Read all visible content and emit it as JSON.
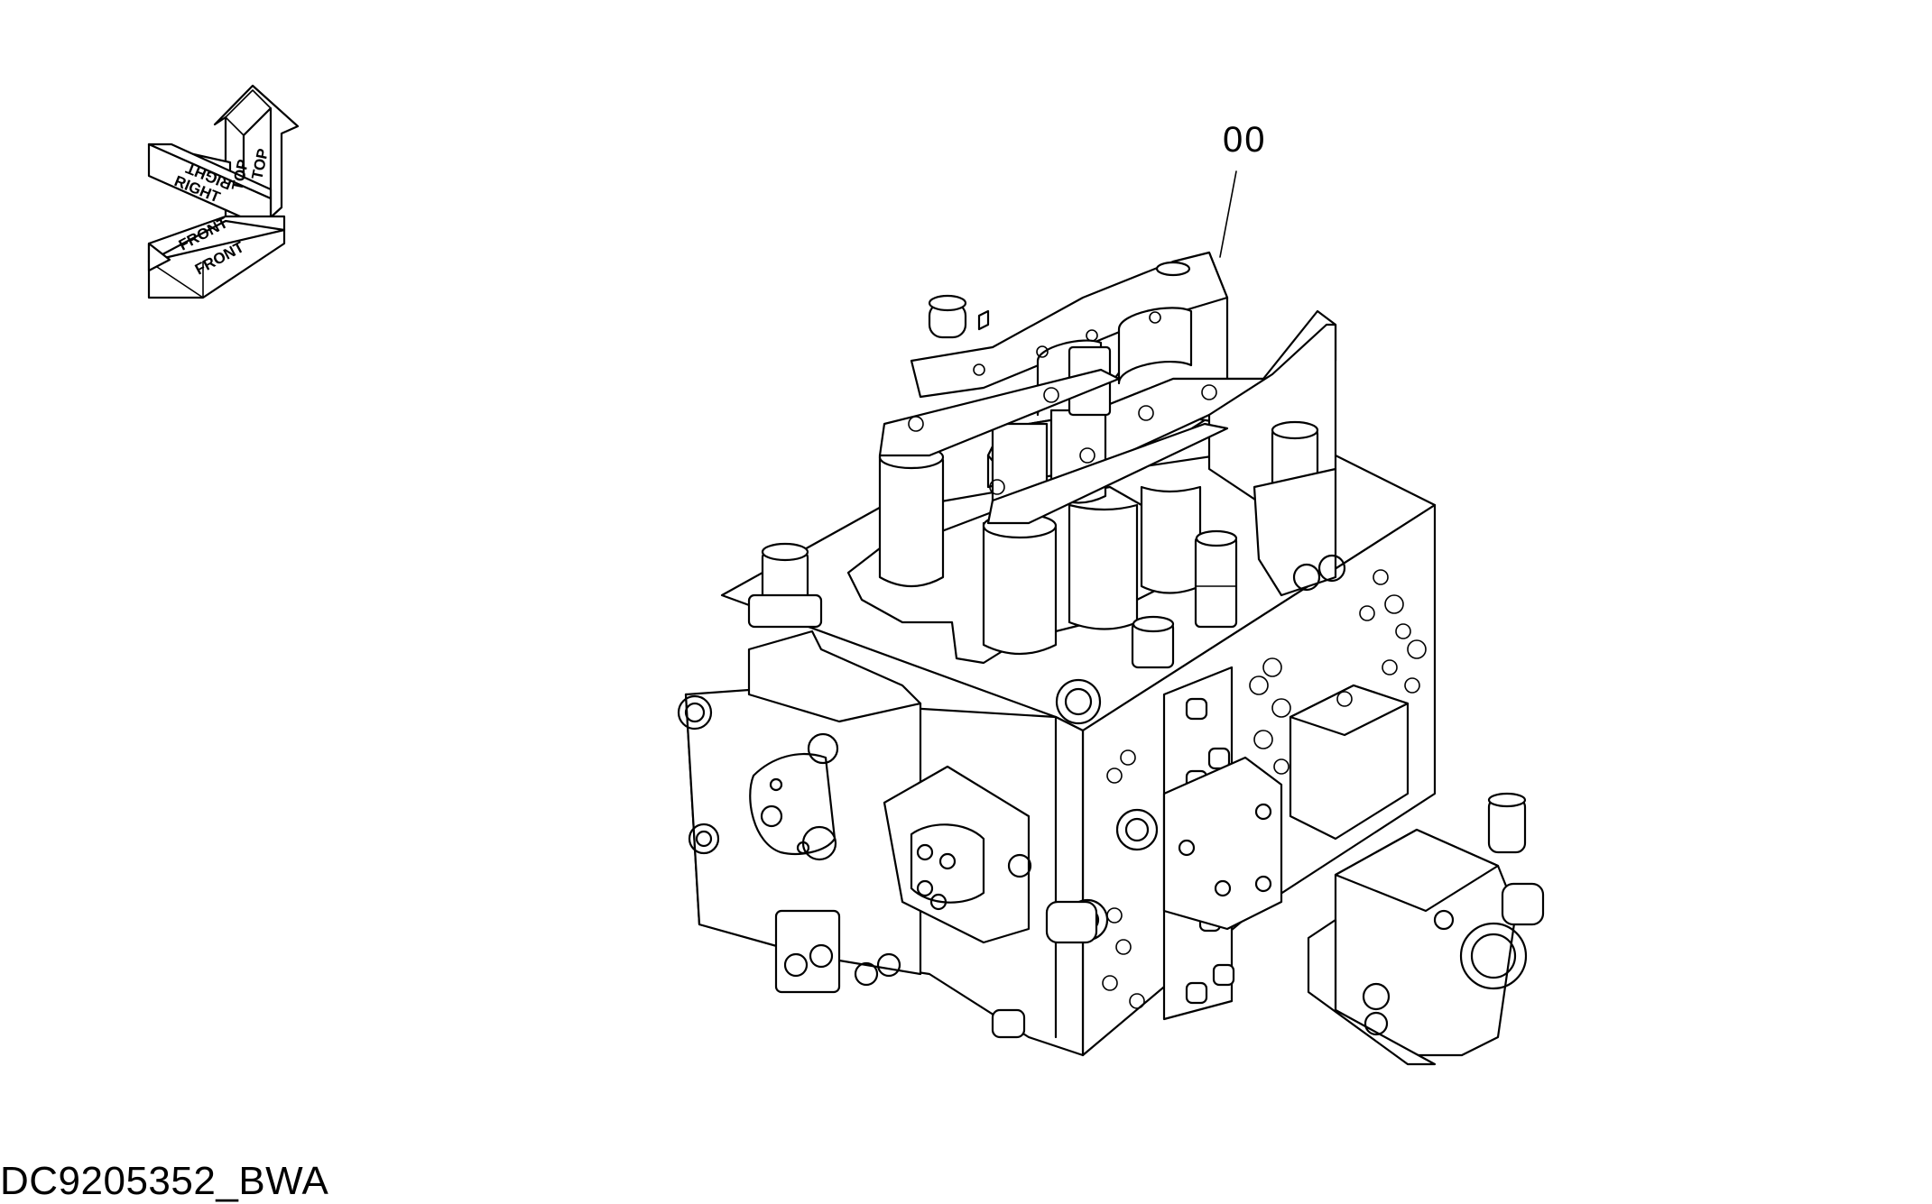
{
  "callout": {
    "part_number": "00"
  },
  "orientation": {
    "labels": [
      "TOP",
      "TOP",
      "RIGHT",
      "RIGHT",
      "FRONT",
      "FRONT"
    ]
  },
  "drawing": {
    "id": "DC9205352_BWA"
  },
  "colors": {
    "line": "#000000",
    "background": "#ffffff"
  },
  "icons": {
    "orientation": "orientation-cube-icon"
  }
}
